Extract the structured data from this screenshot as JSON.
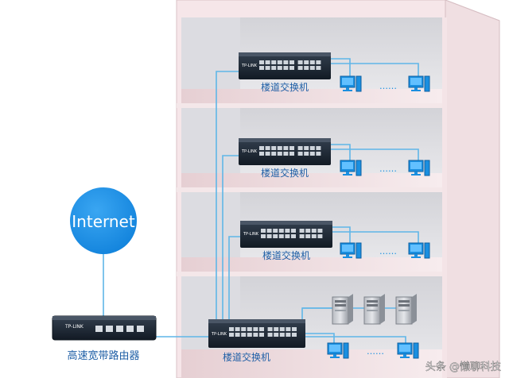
{
  "internet": {
    "label": "Internet"
  },
  "router": {
    "label": "高速宽带路由器",
    "brand": "TP-LINK"
  },
  "switches": [
    {
      "label": "楼道交换机",
      "brand": "TP-LINK"
    },
    {
      "label": "楼道交换机",
      "brand": "TP-LINK"
    },
    {
      "label": "楼道交换机",
      "brand": "TP-LINK"
    },
    {
      "label": "楼道交换机",
      "brand": "TP-LINK"
    }
  ],
  "ellipsis": "……",
  "watermark": "头条 @懒聊科技",
  "colors": {
    "internet_circle": "#1890e8",
    "cable": "#5fb6e8",
    "floor_fill": "#ead3d6",
    "floor_shelf": "#cfcfd6",
    "wall": "#f7e7e9",
    "computer": "#1a8fe0",
    "switch_body": "#1c2634"
  }
}
